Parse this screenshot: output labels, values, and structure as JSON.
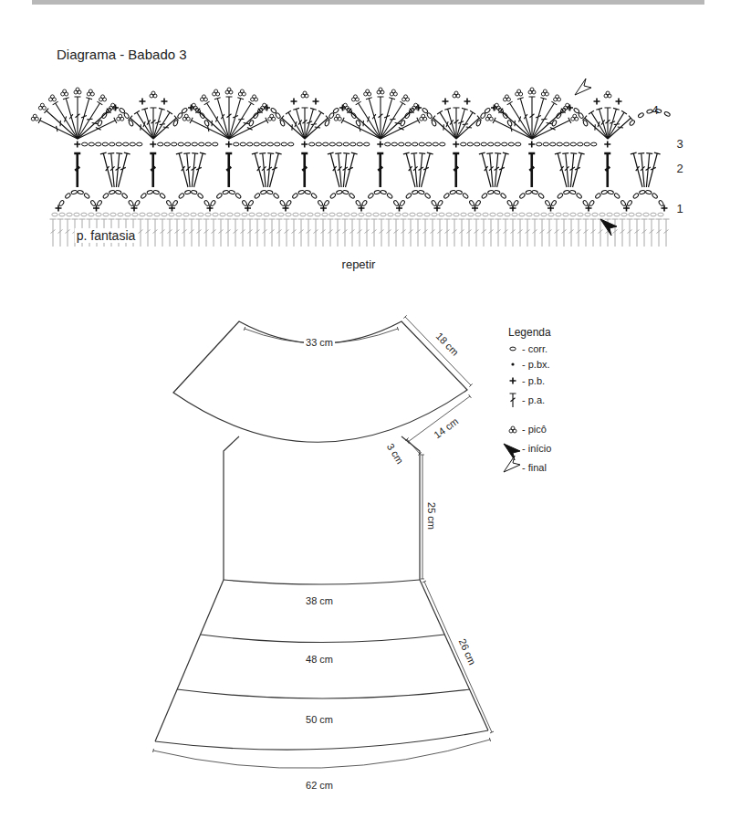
{
  "diagram": {
    "title": "Diagrama - Babado 3",
    "labels": [
      "p. fantasia",
      "repetir",
      "4",
      "3",
      "2",
      "1",
      "Legenda",
      "33 cm",
      "18 cm",
      "14 cm",
      "3 cm",
      "25 cm",
      "38 cm",
      "48 cm",
      "26 cm",
      "50 cm",
      "62 cm"
    ],
    "legend": [
      {
        "text": "- corr."
      },
      {
        "text": "- p.bx."
      },
      {
        "text": "- p.b."
      },
      {
        "text": "- p.a."
      },
      {
        "text": "- picô"
      },
      {
        "text": "- início"
      },
      {
        "text": "- final"
      }
    ]
  }
}
